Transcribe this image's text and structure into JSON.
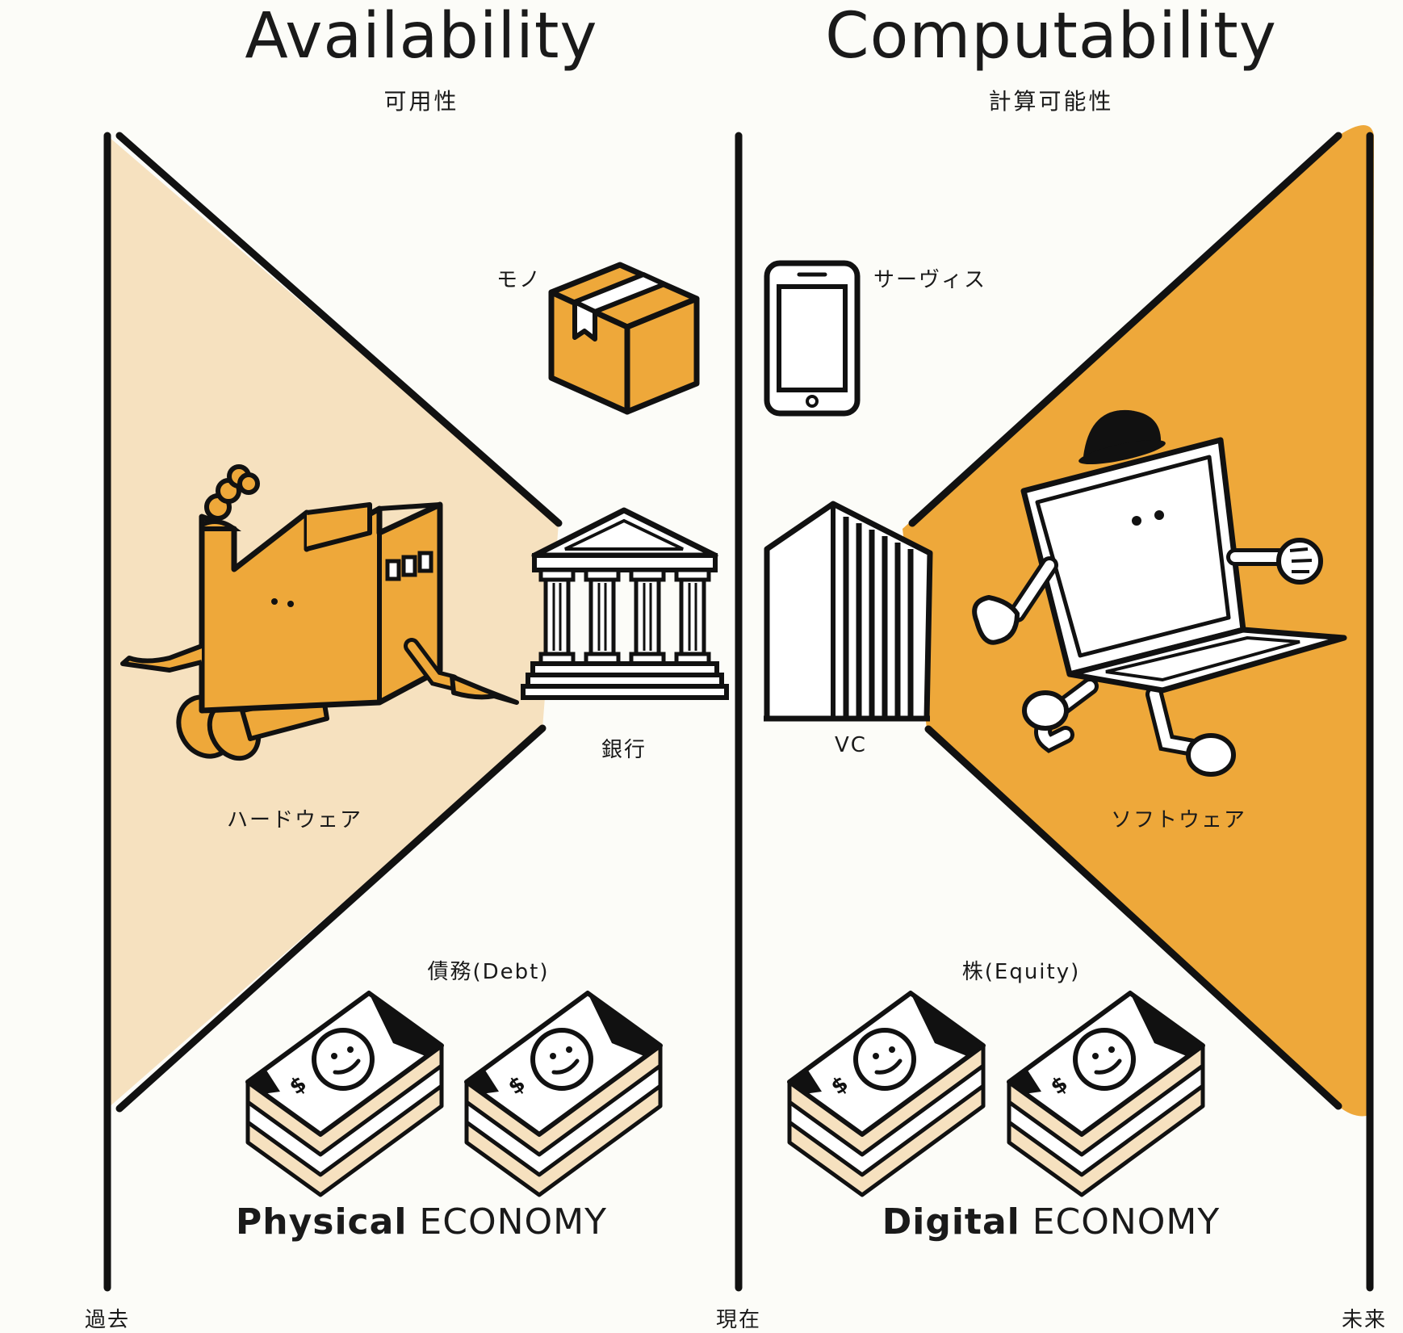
{
  "left": {
    "title": "Availability",
    "subtitle": "可用性",
    "labels": {
      "goods": "モノ",
      "bank": "銀行",
      "hardware": "ハードウェア",
      "debt": "債務(Debt)"
    },
    "economy": {
      "bold": "Physical",
      "normal": "ECONOMY"
    }
  },
  "right": {
    "title": "Computability",
    "subtitle": "計算可能性",
    "labels": {
      "service": "サーヴィス",
      "vc": "VC",
      "software": "ソフトウェア",
      "equity": "株(Equity)"
    },
    "economy": {
      "bold": "Digital",
      "normal": "ECONOMY"
    }
  },
  "timeline": {
    "past": "過去",
    "present": "現在",
    "future": "未来"
  },
  "colors": {
    "background": "#fcfcf8",
    "light_orange": "#f6e1bf",
    "orange": "#eea83a",
    "line": "#111111"
  },
  "icons": [
    "package-box-icon",
    "smartphone-icon",
    "bank-building-icon",
    "vc-office-building-icon",
    "factory-character-icon",
    "laptop-character-icon",
    "money-stack-icon"
  ]
}
